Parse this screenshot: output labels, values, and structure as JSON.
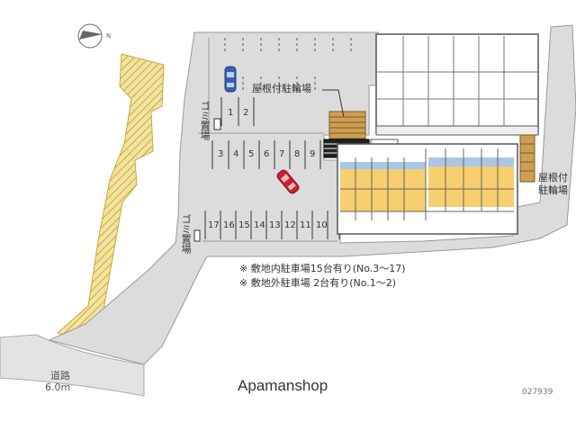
{
  "labels": {
    "roof_bicycle_parking": "屋根付駐輪場",
    "roof_bicycle_parking_right_1": "屋根付",
    "roof_bicycle_parking_right_2": "駐輪場",
    "garbage_1": "ゴミ置場",
    "garbage_2": "ゴミ置場",
    "note_1": "※ 敷地内駐車場15台有り(No.3〜17)",
    "note_2": "※ 敷地外駐車場 2台有り(No.1〜2)",
    "road_label": "道路",
    "road_width": "6.0m",
    "brand": "Apamanshop",
    "code": "027939"
  },
  "parking_spots": {
    "offsite": [
      "1",
      "2"
    ],
    "middle_row": [
      "3",
      "4",
      "5",
      "6",
      "7",
      "8",
      "9"
    ],
    "bottom_row": [
      "17",
      "16",
      "15",
      "14",
      "13",
      "12",
      "11",
      "10"
    ]
  },
  "colors": {
    "lot": "#dcdcdc",
    "building": "#ffffff",
    "unit_highlight": "#f7cf6e",
    "unit_blue": "#a9c7e6",
    "stairs": "#cd9f55",
    "slope_hatch": "#d8be62",
    "blue_car": "#3560b8",
    "red_car": "#c82030"
  }
}
